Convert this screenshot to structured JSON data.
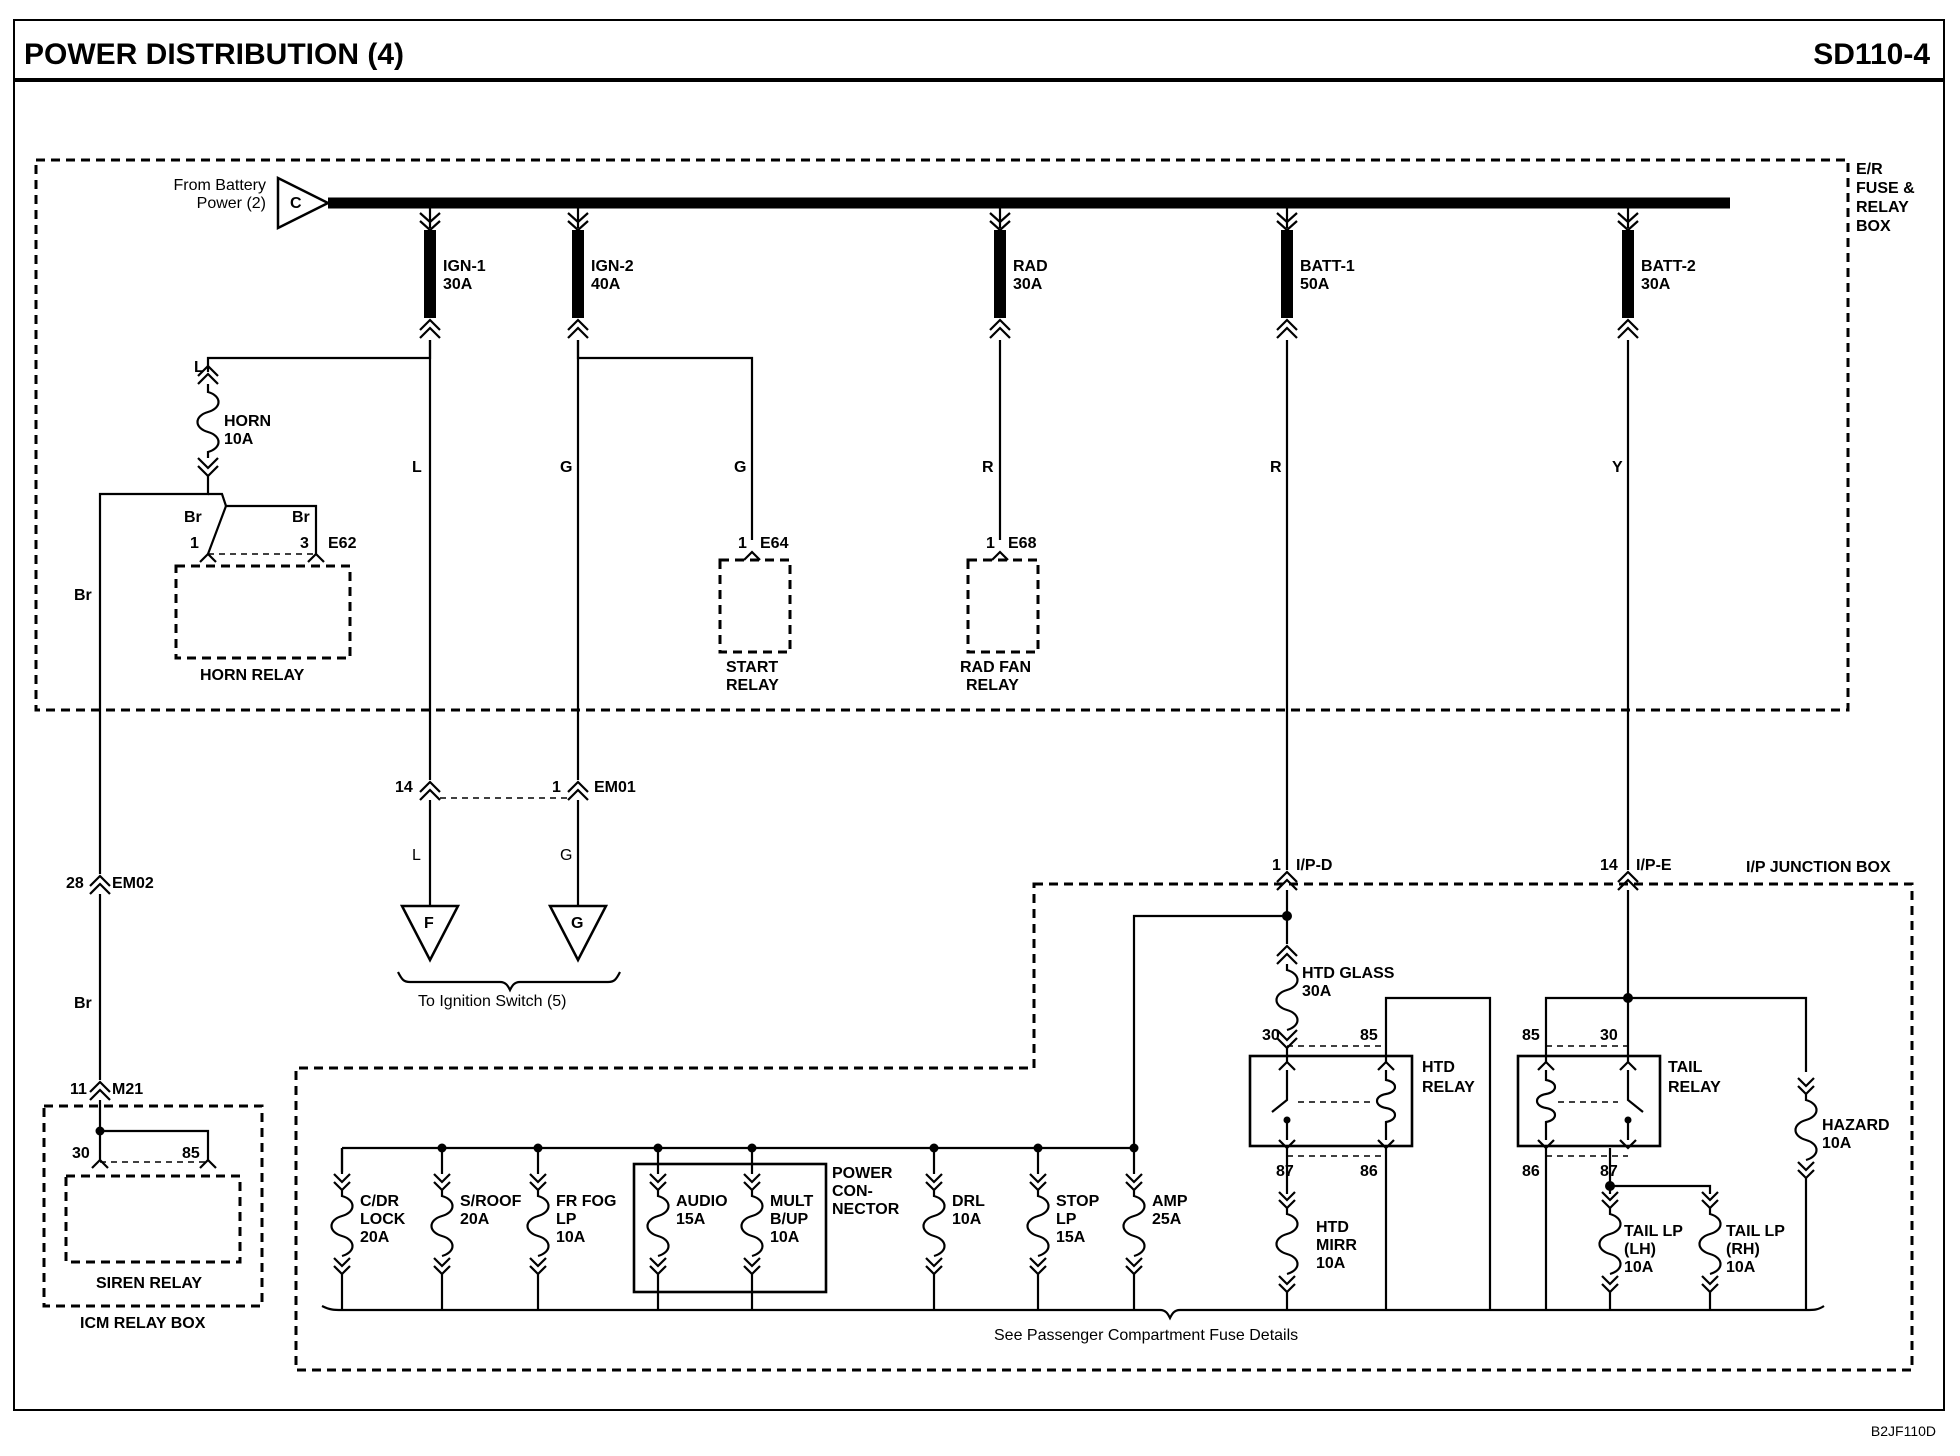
{
  "header": {
    "title": "POWER DISTRIBUTION (4)",
    "page_code": "SD110-4"
  },
  "footer_code": "B2JF110D",
  "bus": {
    "source_text_1": "From  Battery",
    "source_text_2": "Power (2)",
    "source_connector": "C",
    "box_label": [
      "E/R",
      "FUSE &",
      "RELAY",
      "BOX"
    ]
  },
  "fuses_er": [
    {
      "name": "IGN-1",
      "rating": "30A",
      "wire": "L"
    },
    {
      "name": "IGN-2",
      "rating": "40A",
      "wire": "G"
    },
    {
      "name": "RAD",
      "rating": "30A",
      "wire": "R"
    },
    {
      "name": "BATT-1",
      "rating": "50A",
      "wire": "R"
    },
    {
      "name": "BATT-2",
      "rating": "30A",
      "wire": "Y"
    }
  ],
  "horn": {
    "wire_top": "L",
    "fuse": "HORN",
    "rating": "10A",
    "wire_left": "Br",
    "wire_right": "Br",
    "pin_left": "1",
    "pin_right": "3",
    "connector": "E62",
    "relay_label": "HORN RELAY",
    "wire_down": "Br"
  },
  "start_relay": {
    "wire": "G",
    "pin": "1",
    "connector": "E64",
    "label": [
      "START",
      "RELAY"
    ]
  },
  "rad_fan_relay": {
    "pin": "1",
    "connector": "E68",
    "label": [
      "RAD FAN",
      "RELAY"
    ]
  },
  "em01": {
    "pin_left": "14",
    "pin_right": "1",
    "connector": "EM01",
    "wire_left": "L",
    "wire_right": "G"
  },
  "ignition": {
    "conn_f": "F",
    "conn_g": "G",
    "caption": "To Ignition Switch (5)"
  },
  "em02": {
    "pin": "28",
    "connector": "EM02",
    "wire": "Br"
  },
  "m21": {
    "pin": "11",
    "connector": "M21"
  },
  "siren": {
    "pin_left": "30",
    "pin_right": "85",
    "label": "SIREN RELAY",
    "box_label": "ICM RELAY BOX"
  },
  "ipd": {
    "pin": "1",
    "connector": "I/P-D"
  },
  "ipe": {
    "pin": "14",
    "connector": "I/P-E"
  },
  "ip_box_label": "I/P JUNCTION BOX",
  "htd": {
    "fuse": "HTD GLASS",
    "rating": "30A",
    "p30": "30",
    "p85": "85",
    "p87": "87",
    "p86": "86",
    "relay_label": [
      "HTD",
      "RELAY"
    ],
    "mirr": [
      "HTD",
      "MIRR",
      "10A"
    ]
  },
  "tail": {
    "p85": "85",
    "p30": "30",
    "p86": "86",
    "p87": "87",
    "relay_label": [
      "TAIL",
      "RELAY"
    ],
    "lh": [
      "TAIL LP",
      "(LH)",
      "10A"
    ],
    "rh": [
      "TAIL LP",
      "(RH)",
      "10A"
    ]
  },
  "hazard": [
    "HAZARD",
    "10A"
  ],
  "ip_fuses": [
    {
      "lines": [
        "C/DR",
        "LOCK",
        "20A"
      ]
    },
    {
      "lines": [
        "S/ROOF",
        "20A"
      ]
    },
    {
      "lines": [
        "FR FOG",
        "LP",
        "10A"
      ]
    },
    {
      "lines": [
        "AUDIO",
        "15A"
      ]
    },
    {
      "lines": [
        "MULT",
        "B/UP",
        "10A"
      ]
    },
    {
      "lines": [
        "DRL",
        "10A"
      ]
    },
    {
      "lines": [
        "STOP",
        "LP",
        "15A"
      ]
    },
    {
      "lines": [
        "AMP",
        "25A"
      ]
    }
  ],
  "power_connector": [
    "POWER",
    "CON-",
    "NECTOR"
  ],
  "bottom_caption": "See Passenger Compartment Fuse Details"
}
